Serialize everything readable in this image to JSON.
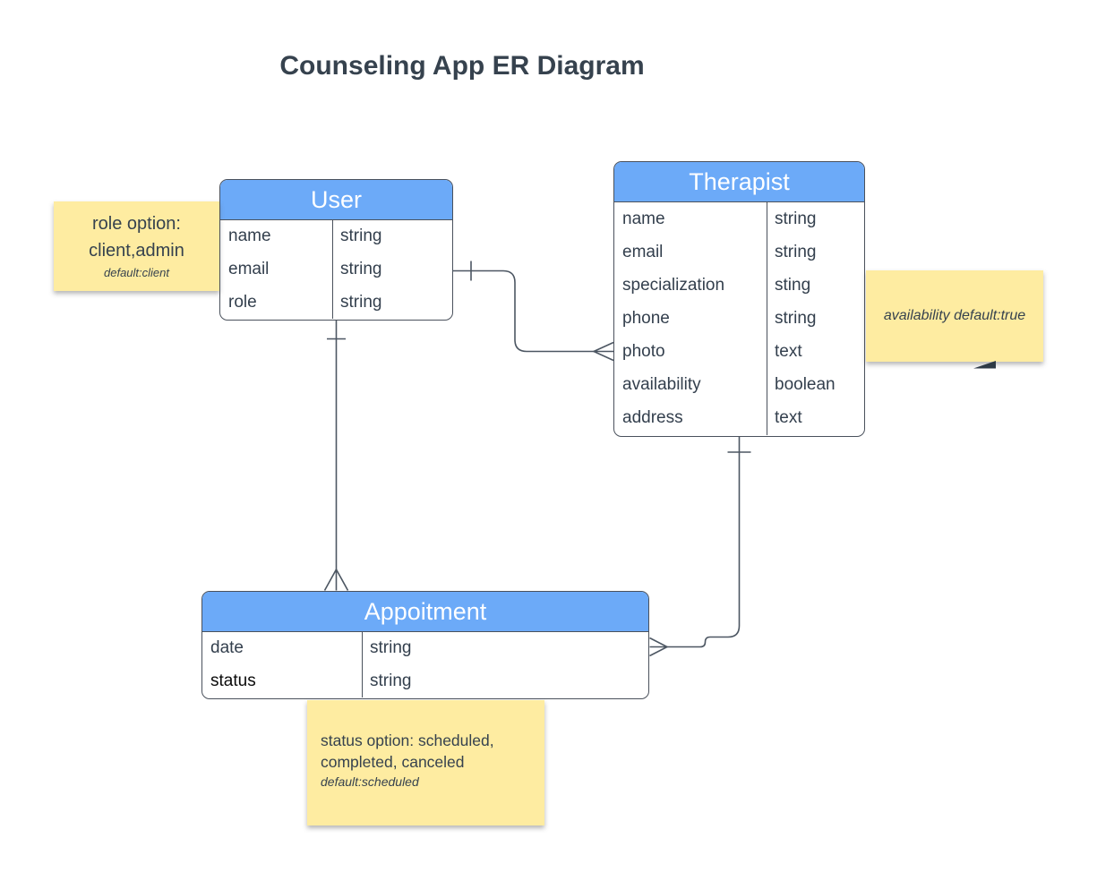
{
  "title": "Counseling App ER Diagram",
  "palette": {
    "header_blue": "#6caaf8",
    "note_yellow": "#feeca1",
    "title_text": "#36424e",
    "field_text": "#333f4d",
    "border_dark": "#4a515c",
    "connector": "#4c5662",
    "header_text": "#ffffff"
  },
  "entities": [
    {
      "name": "User",
      "fields": [
        {
          "name": "name",
          "type": "string"
        },
        {
          "name": "email",
          "type": "string"
        },
        {
          "name": "role",
          "type": "string"
        }
      ]
    },
    {
      "name": "Therapist",
      "fields": [
        {
          "name": "name",
          "type": "string"
        },
        {
          "name": "email",
          "type": "string"
        },
        {
          "name": "specialization",
          "type": "sting"
        },
        {
          "name": "phone",
          "type": "string"
        },
        {
          "name": "photo",
          "type": "text"
        },
        {
          "name": "availability",
          "type": "boolean"
        },
        {
          "name": "address",
          "type": "text"
        }
      ]
    },
    {
      "name": "Appoitment",
      "fields": [
        {
          "name": "date",
          "type": "string"
        },
        {
          "name": "status",
          "type": "string"
        }
      ]
    }
  ],
  "notes": [
    {
      "line1": "role option:",
      "line2": "client,admin",
      "detail": "default:client"
    },
    {
      "line1": "availability default:true"
    },
    {
      "line1": "status option: scheduled,",
      "line2": "completed, canceled",
      "detail": "default:scheduled"
    }
  ],
  "relationships": [
    {
      "from": "User",
      "to": "Therapist",
      "from_cardinality": "one",
      "to_cardinality": "many"
    },
    {
      "from": "User",
      "to": "Appoitment",
      "from_cardinality": "one",
      "to_cardinality": "many"
    },
    {
      "from": "Therapist",
      "to": "Appoitment",
      "from_cardinality": "one",
      "to_cardinality": "many"
    }
  ]
}
